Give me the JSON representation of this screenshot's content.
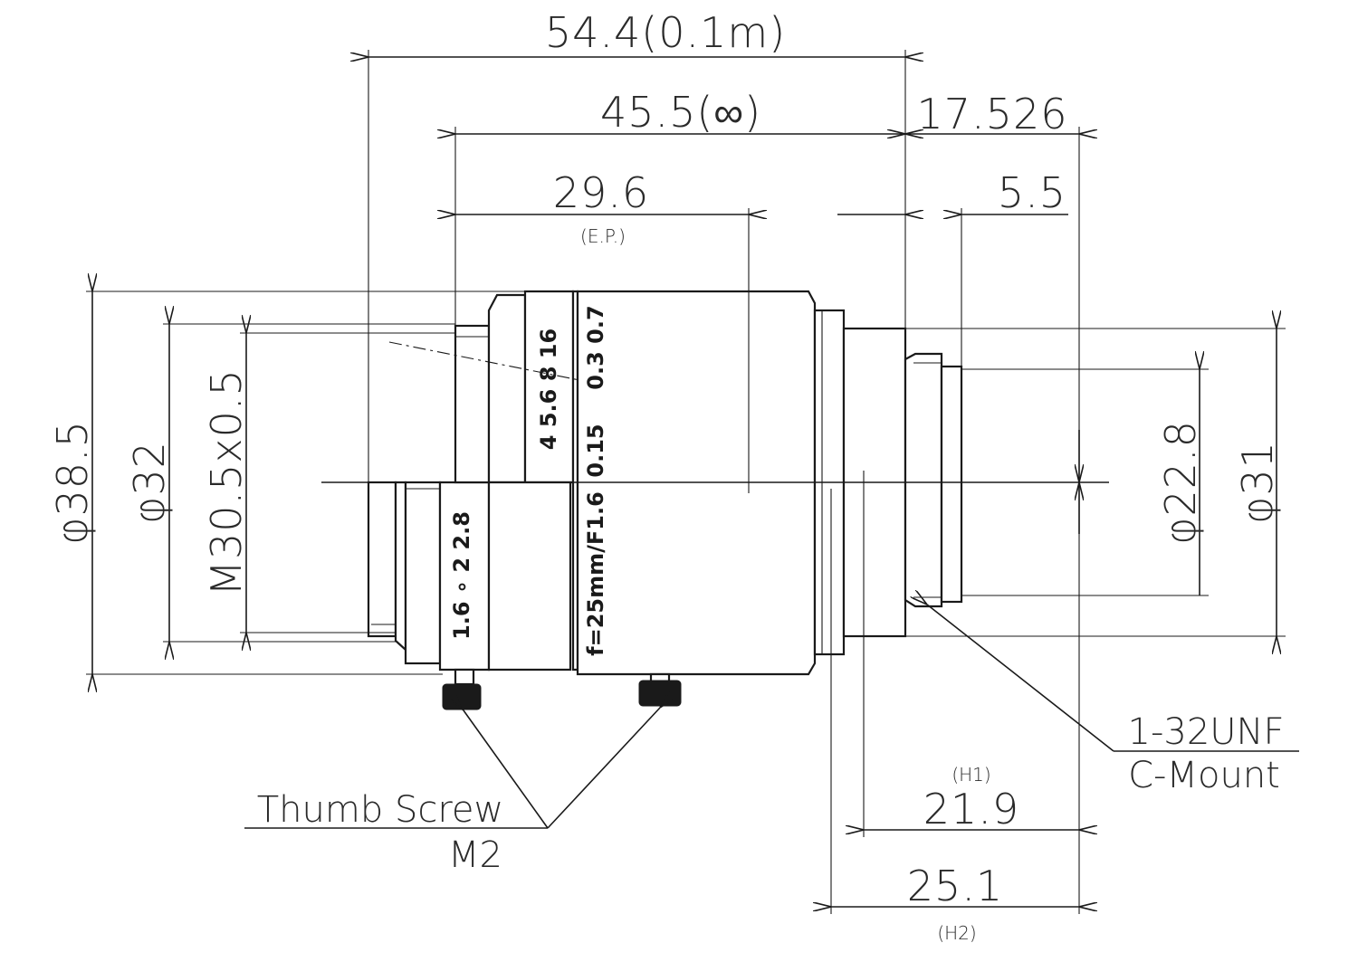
{
  "dimensions": {
    "overall_length": "54.4(0.1m)",
    "length_infinity": "45.5(∞)",
    "flange_back": "17.526",
    "entrance_pupil": "29.6",
    "entrance_pupil_note": "(E.P.)",
    "mount_depth": "5.5",
    "dia_front": "φ38.5",
    "dia_32": "φ32",
    "filter_thread": "M30.5x0.5",
    "dia_22_8": "φ22.8",
    "dia_31": "φ31",
    "h1_label": "(H1)",
    "h1_value": "21.9",
    "h2_value": "25.1",
    "h2_label": "(H2)"
  },
  "lens_markings": {
    "aperture_scale": "1.6 ∘ 2 2.8",
    "f_numbers": "4 5.6 8 16",
    "focus_near": "0.15",
    "focus_scale": "0.3 0.7",
    "focal_spec": "f=25mm/F1.6"
  },
  "callouts": {
    "thumb_screw": "Thumb Screw",
    "thumb_screw_size": "M2",
    "mount_thread": "1-32UNF",
    "mount_type": "C-Mount"
  }
}
